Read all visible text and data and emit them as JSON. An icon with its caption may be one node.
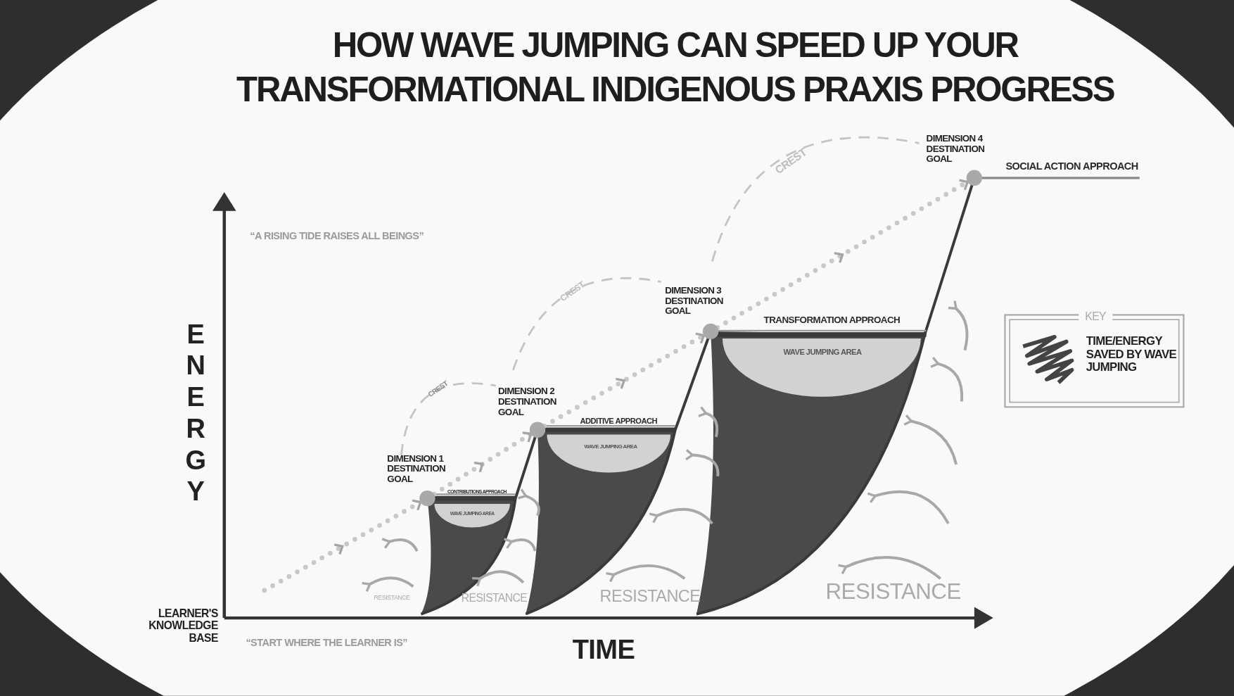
{
  "diagram": {
    "title": "HOW WAVE JUMPING CAN SPEED UP YOUR TRANSFORMATIONAL INDIGENOUS PRAXIS PROGRESS",
    "nodes": [
      {
        "text": [],
        "shape": "circle",
        "beside": [
          "DIMENSION 1 DESTINATION GOAL"
        ]
      },
      {
        "text": [],
        "shape": "circle",
        "beside": [
          "DIMENSION 2 DESTINATION GOAL"
        ]
      },
      {
        "text": [],
        "shape": "circle",
        "beside": [
          "DIMENSION 3 DESTINATION GOAL"
        ]
      },
      {
        "text": [],
        "shape": "circle",
        "beside": [
          "DIMENSION 4 DESTINATION GOAL"
        ]
      }
    ],
    "edges": [
      {
        "from": null,
        "to": 0,
        "arrow": "to",
        "style": "dashed"
      },
      {
        "from": 0,
        "to": 1,
        "arrow": "to",
        "style": "dashed"
      },
      {
        "from": 1,
        "to": 2,
        "arrow": "to",
        "style": "dashed"
      },
      {
        "from": 2,
        "to": 3,
        "arrow": "to",
        "style": "dashed"
      }
    ],
    "labels": [
      "CREST",
      "SOCIAL ACTION APPROACH",
      "“A RISING TIDE RAISES ALL BEINGS”",
      "CREST",
      "TRANSFORMATION APPROACH",
      "WAVE JUMPING AREA",
      "KEY",
      "CREST",
      "ADDITIVE APPROACH",
      "WAVE JUMPING AREA",
      "ENERGY",
      "CONTRIBUTIONS APPROACH",
      "WAVE JUMPING AREA",
      "RESISTANCE",
      "RESISTANCE",
      "RESISTANCE",
      "RESISTANCE",
      "LEARNER'S KNOWLEDGE BASE",
      "“START WHERE THE LEARNER IS”",
      "TIME"
    ],
    "legend": [
      {
        "text": "TIME/ENERGY SAVED BY WAVE JUMPING"
      }
    ]
  }
}
